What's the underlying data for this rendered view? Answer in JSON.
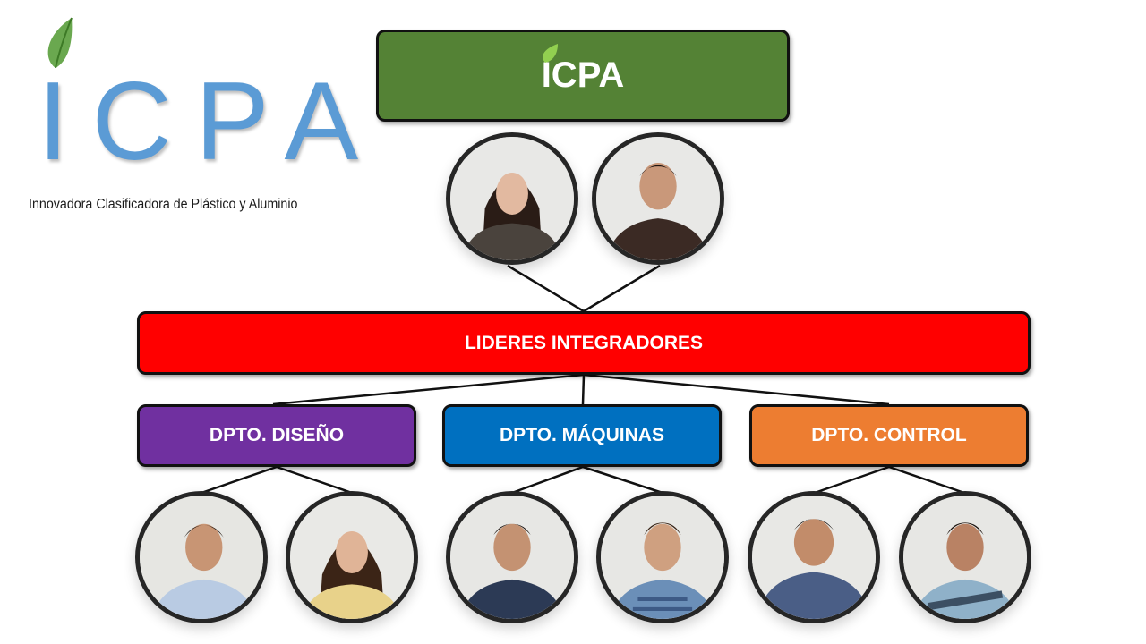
{
  "logo": {
    "wordmark": "ICPA",
    "subtitle": "Innovadora Clasificadora de Plástico y Aluminio",
    "color": "#5b9bd5",
    "leaf_icon": "leaf-icon"
  },
  "top_box": {
    "label": "ICPA",
    "color": "#548235"
  },
  "leaders_box": {
    "label": "LIDERES INTEGRADORES",
    "color": "#ff0000"
  },
  "departments": [
    {
      "label": "DPTO. DISEÑO",
      "color": "#7030a0"
    },
    {
      "label": "DPTO. MÁQUINAS",
      "color": "#0070c0"
    },
    {
      "label": "DPTO. CONTROL",
      "color": "#ed7d31"
    }
  ],
  "members": {
    "leaders": [
      "person-photo",
      "person-photo"
    ],
    "diseno": [
      "person-photo",
      "person-photo"
    ],
    "maquinas": [
      "person-photo",
      "person-photo"
    ],
    "control": [
      "person-photo",
      "person-photo"
    ]
  }
}
